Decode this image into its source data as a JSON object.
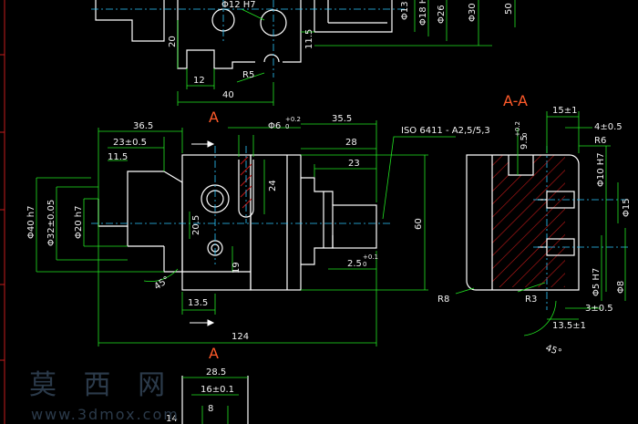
{
  "section_labels": {
    "view_a_top": "A",
    "view_a_bottom": "A",
    "section": "A-A"
  },
  "standard_note": "ISO 6411 - A2,5/5,3",
  "dimensions": {
    "top_phi12": "Φ12 H7",
    "top_20": "20",
    "top_12": "12",
    "top_40": "40",
    "top_r5": "R5",
    "top_115": "11.5",
    "top_phi13": "Φ13",
    "top_phi18": "Φ18 H7",
    "top_phi26": "Φ26",
    "top_phi30": "Φ30",
    "top_50": "50",
    "d_365a": "36.5",
    "d_23pm": "23±0.5",
    "d_115": "11.5",
    "d_phi40": "Φ40 h7",
    "d_phi32": "Φ32±0.05",
    "d_phi20": "Φ20 h7",
    "d_45": "45°",
    "d_205": "20.5",
    "d_135": "13.5",
    "d_124": "124",
    "d_phi6": "Φ6",
    "d_phi6_tol_up": "+0.2",
    "d_phi6_tol_lo": "0",
    "d_24": "24",
    "d_19": "19",
    "d_365b": "35.5",
    "d_28": "28",
    "d_23": "23",
    "d_60": "60",
    "d_25": "2.5",
    "d_25_tol_up": "+0.1",
    "d_25_tol_lo": "0",
    "s_15": "15±1",
    "s_4": "4±0.5",
    "s_r6": "R6",
    "s_95": "9.5",
    "s_95_tol_up": "+0.2",
    "s_95_tol_lo": "0",
    "s_phi10": "Φ10 H7",
    "s_phi15": "Φ15",
    "s_phi5": "Φ5 H7",
    "s_phi8": "Φ8",
    "s_r8": "R8",
    "s_r3": "R3",
    "s_135": "13.5±1",
    "s_3": "3±0.5",
    "s_45": "45°",
    "b_285": "28.5",
    "b_16": "16±0.1",
    "b_8": "8",
    "b_14": "14"
  },
  "watermark": {
    "chinese": "莫 西 网",
    "url": "www.3dmox.com"
  },
  "colors": {
    "background": "#000000",
    "outline": "#ffffff",
    "dimension_line": "#22e622",
    "center_line": "#2ec7ff",
    "section_text": "#ff5a2a",
    "hatch": "#c01818",
    "text": "#f2f2f2"
  }
}
